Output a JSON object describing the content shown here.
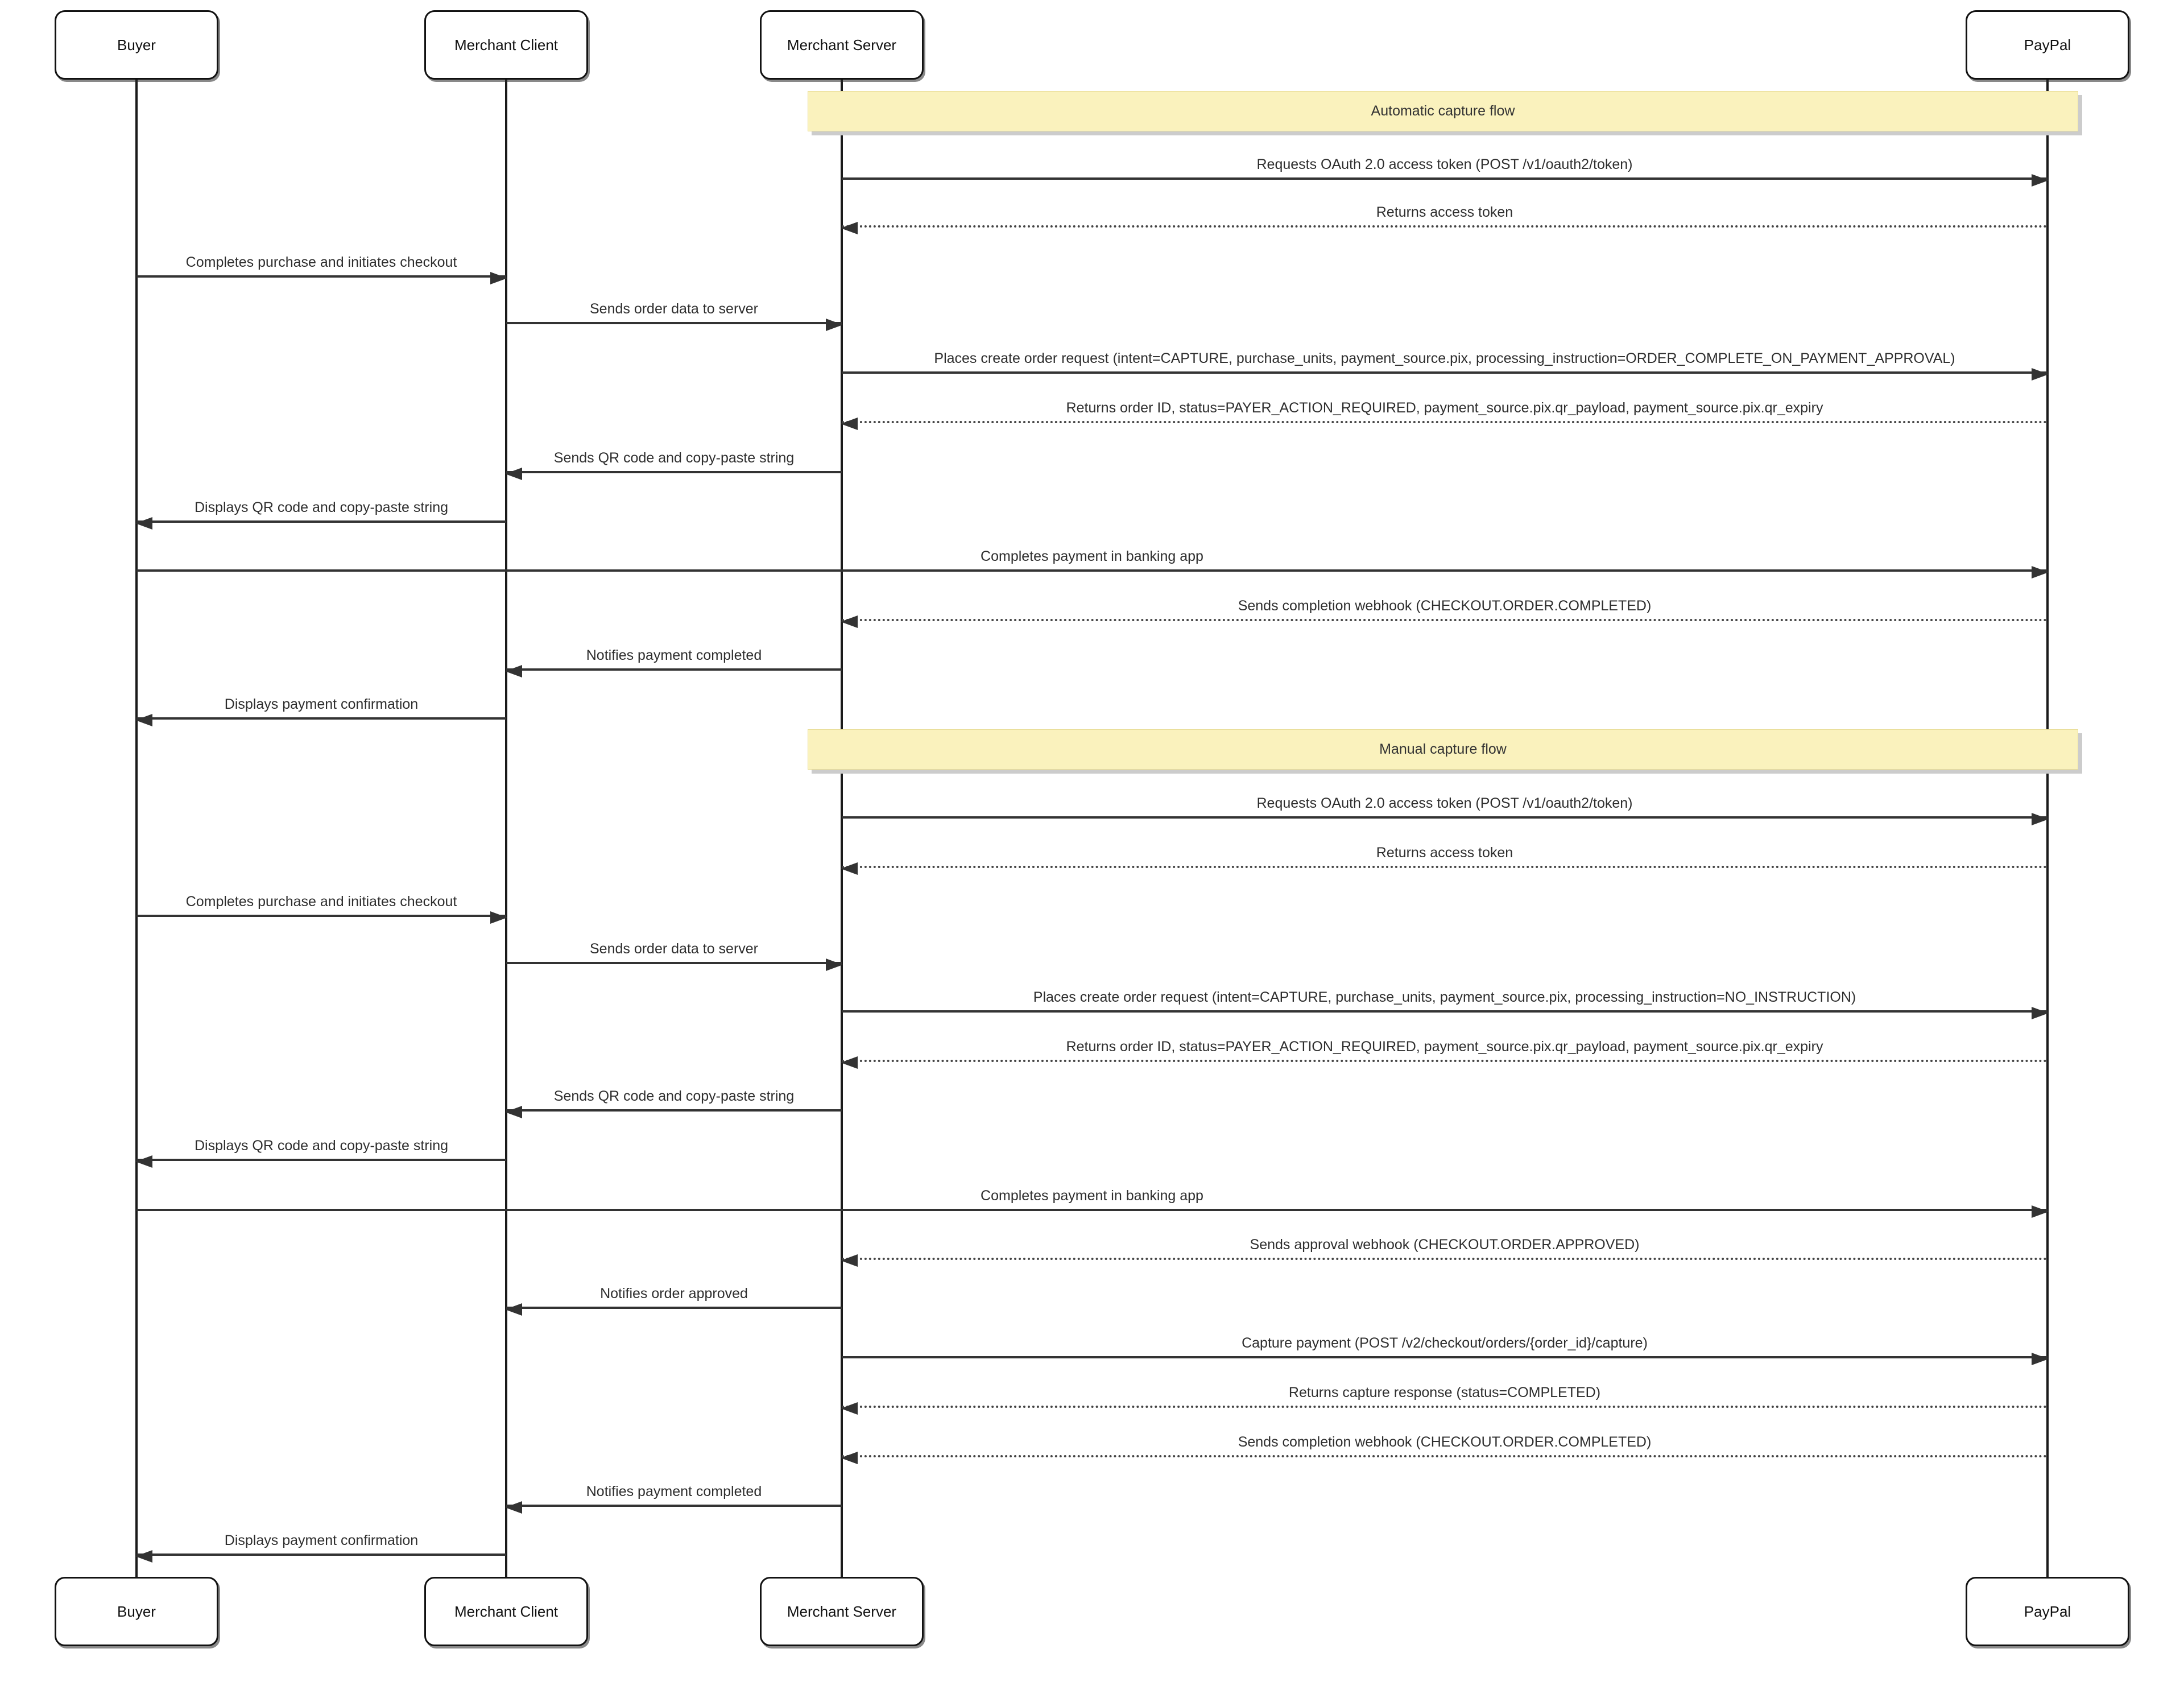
{
  "diagram": {
    "participants": [
      {
        "id": "buyer",
        "label": "Buyer"
      },
      {
        "id": "merchant-client",
        "label": "Merchant Client"
      },
      {
        "id": "merchant-server",
        "label": "Merchant Server"
      },
      {
        "id": "paypal",
        "label": "PayPal"
      }
    ],
    "sections": [
      {
        "label": "Automatic capture flow"
      },
      {
        "label": "Manual capture flow"
      }
    ],
    "messages": [
      {
        "label": "Requests OAuth 2.0 access token (POST /v1/oauth2/token)",
        "from": "merchant-server",
        "to": "paypal",
        "line": "solid"
      },
      {
        "label": "Returns access token",
        "from": "paypal",
        "to": "merchant-server",
        "line": "dashed"
      },
      {
        "label": "Completes purchase and initiates checkout",
        "from": "buyer",
        "to": "merchant-client",
        "line": "solid"
      },
      {
        "label": "Sends order data to server",
        "from": "merchant-client",
        "to": "merchant-server",
        "line": "solid"
      },
      {
        "label": "Places create order request (intent=CAPTURE, purchase_units, payment_source.pix, processing_instruction=ORDER_COMPLETE_ON_PAYMENT_APPROVAL)",
        "from": "merchant-server",
        "to": "paypal",
        "line": "solid"
      },
      {
        "label": "Returns order ID, status=PAYER_ACTION_REQUIRED, payment_source.pix.qr_payload, payment_source.pix.qr_expiry",
        "from": "paypal",
        "to": "merchant-server",
        "line": "dashed"
      },
      {
        "label": "Sends QR code and copy-paste string",
        "from": "merchant-server",
        "to": "merchant-client",
        "line": "solid"
      },
      {
        "label": "Displays QR code and copy-paste string",
        "from": "merchant-client",
        "to": "buyer",
        "line": "solid"
      },
      {
        "label": "Completes payment in banking app",
        "from": "buyer",
        "to": "paypal",
        "line": "solid"
      },
      {
        "label": "Sends completion webhook (CHECKOUT.ORDER.COMPLETED)",
        "from": "paypal",
        "to": "merchant-server",
        "line": "dashed"
      },
      {
        "label": "Notifies payment completed",
        "from": "merchant-server",
        "to": "merchant-client",
        "line": "solid"
      },
      {
        "label": "Displays payment confirmation",
        "from": "merchant-client",
        "to": "buyer",
        "line": "solid"
      },
      {
        "label": "Requests OAuth 2.0 access token (POST /v1/oauth2/token)",
        "from": "merchant-server",
        "to": "paypal",
        "line": "solid"
      },
      {
        "label": "Returns access token",
        "from": "paypal",
        "to": "merchant-server",
        "line": "dashed"
      },
      {
        "label": "Completes purchase and initiates checkout",
        "from": "buyer",
        "to": "merchant-client",
        "line": "solid"
      },
      {
        "label": "Sends order data to server",
        "from": "merchant-client",
        "to": "merchant-server",
        "line": "solid"
      },
      {
        "label": "Places create order request (intent=CAPTURE, purchase_units, payment_source.pix, processing_instruction=NO_INSTRUCTION)",
        "from": "merchant-server",
        "to": "paypal",
        "line": "solid"
      },
      {
        "label": "Returns order ID, status=PAYER_ACTION_REQUIRED, payment_source.pix.qr_payload, payment_source.pix.qr_expiry",
        "from": "paypal",
        "to": "merchant-server",
        "line": "dashed"
      },
      {
        "label": "Sends QR code and copy-paste string",
        "from": "merchant-server",
        "to": "merchant-client",
        "line": "solid"
      },
      {
        "label": "Displays QR code and copy-paste string",
        "from": "merchant-client",
        "to": "buyer",
        "line": "solid"
      },
      {
        "label": "Completes payment in banking app",
        "from": "buyer",
        "to": "paypal",
        "line": "solid"
      },
      {
        "label": "Sends approval webhook (CHECKOUT.ORDER.APPROVED)",
        "from": "paypal",
        "to": "merchant-server",
        "line": "dashed"
      },
      {
        "label": "Notifies order approved",
        "from": "merchant-server",
        "to": "merchant-client",
        "line": "solid"
      },
      {
        "label": "Capture payment (POST /v2/checkout/orders/{order_id}/capture)",
        "from": "merchant-server",
        "to": "paypal",
        "line": "solid"
      },
      {
        "label": "Returns capture response (status=COMPLETED)",
        "from": "paypal",
        "to": "merchant-server",
        "line": "dashed"
      },
      {
        "label": "Sends completion webhook (CHECKOUT.ORDER.COMPLETED)",
        "from": "paypal",
        "to": "merchant-server",
        "line": "dashed"
      },
      {
        "label": "Notifies payment completed",
        "from": "merchant-server",
        "to": "merchant-client",
        "line": "solid"
      },
      {
        "label": "Displays payment confirmation",
        "from": "merchant-client",
        "to": "buyer",
        "line": "solid"
      }
    ],
    "colors": {
      "section_fill": "#faf2bd",
      "line": "#333333",
      "box_border": "#111111",
      "background": "#ffffff"
    }
  }
}
